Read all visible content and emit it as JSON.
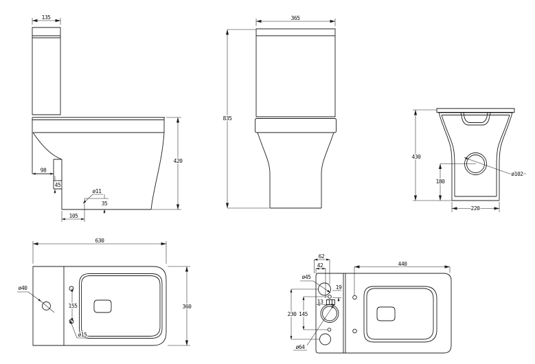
{
  "drawing": {
    "colors": {
      "line": "#1c1c1c",
      "background": "#ffffff"
    },
    "views": {
      "side": {
        "dims": {
          "cistern_depth": "135",
          "pan_height": "420",
          "ledge_depth": "98",
          "pipe_drop": "45",
          "fixing_hole_dia": "ø11",
          "fixing_hole_height": "35",
          "fixing_hole_offset": "105"
        }
      },
      "front": {
        "dims": {
          "cistern_width": "365",
          "overall_height": "835"
        }
      },
      "rear": {
        "dims": {
          "overall_height": "430",
          "outlet_centre_height": "180",
          "base_width": "220",
          "outlet_dia": "ø102"
        }
      },
      "plan": {
        "dims": {
          "overall_depth": "630",
          "overall_width": "360",
          "flush_hole_dia": "ø40",
          "hinge_centres": "155",
          "hinge_hole_dia": "ø15"
        }
      },
      "underside": {
        "dims": {
          "inlet_edge_offset": "62",
          "inlet_centre_offset": "42",
          "inlet_dia": "ø45",
          "slot_drop": "19",
          "slot_width": "13",
          "outlet_centre_depth": "230",
          "bracket_centres": "145",
          "outlet_dia": "ø64",
          "fixing_centres": "440"
        }
      }
    }
  }
}
